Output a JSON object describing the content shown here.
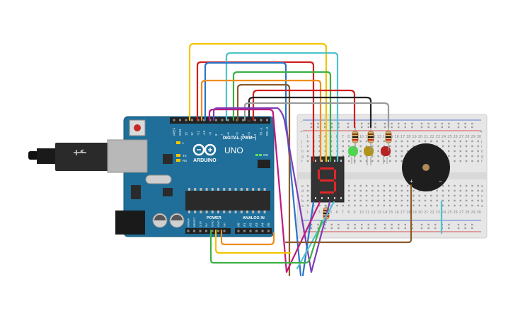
{
  "board": {
    "brand": "ARDUINO",
    "model": "UNO",
    "digital_label": "DIGITAL (PWM~)",
    "power_label": "POWER",
    "analog_label": "ANALOG IN",
    "on_label": "ON",
    "l_label": "L",
    "tx_label": "TX",
    "rx_label": "RX",
    "top_pins": [
      "AREF",
      "GND",
      "13",
      "12",
      "~11",
      "~10",
      "~9",
      "8",
      "7",
      "~6",
      "~5",
      "4",
      "~3",
      "2",
      "TX→1",
      "RX←0"
    ],
    "power_pins": [
      "IOREF",
      "RESET",
      "3.3V",
      "5V",
      "GND",
      "GND",
      "Vin"
    ],
    "analog_pins": [
      "A0",
      "A1",
      "A2",
      "A3",
      "A4",
      "A5"
    ]
  },
  "breadboard": {
    "top_numbers": [
      "1",
      "2",
      "3",
      "4",
      "5",
      "6",
      "7",
      "8",
      "9",
      "10",
      "11",
      "12",
      "13",
      "14",
      "15",
      "16",
      "17",
      "18",
      "19",
      "20",
      "21",
      "22",
      "23",
      "24",
      "25",
      "26",
      "27",
      "28",
      "29",
      "30"
    ],
    "row_letters_top": [
      "j",
      "i",
      "h",
      "g",
      "f"
    ],
    "row_letters_bottom": [
      "e",
      "d",
      "c",
      "b",
      "a"
    ],
    "plus": "+",
    "minus": "−"
  },
  "display": {
    "digit": "9"
  },
  "buzzer": {
    "plus": "+",
    "minus": "−"
  },
  "colors": {
    "board": "#1f6f9a",
    "breadboard": "#eaeaea",
    "segment": "#e0262a",
    "wire_yellow": "#f2c400",
    "wire_red": "#d11f1f",
    "wire_cyan": "#4fc3c9",
    "wire_blue": "#2b74c7",
    "wire_green": "#3cb043",
    "wire_orange": "#f08c1c",
    "wire_brown": "#8b5a2b",
    "wire_purple": "#7d3cb5",
    "wire_magenta": "#c2187d",
    "wire_black": "#222222",
    "wire_gray": "#9a9a9a"
  }
}
